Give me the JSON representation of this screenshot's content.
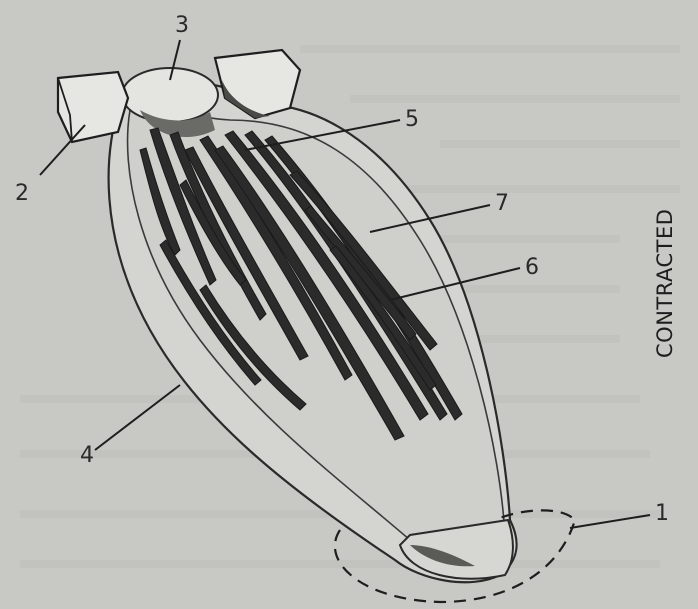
{
  "figure": {
    "caption_rotated": "CONTRACTED",
    "labels": {
      "l1": "1",
      "l2": "2",
      "l3": "3",
      "l4": "4",
      "l5": "5",
      "l6": "6",
      "l7": "7"
    }
  },
  "colors": {
    "paper": "#c8c8c4",
    "ink": "#1e1e1e"
  }
}
